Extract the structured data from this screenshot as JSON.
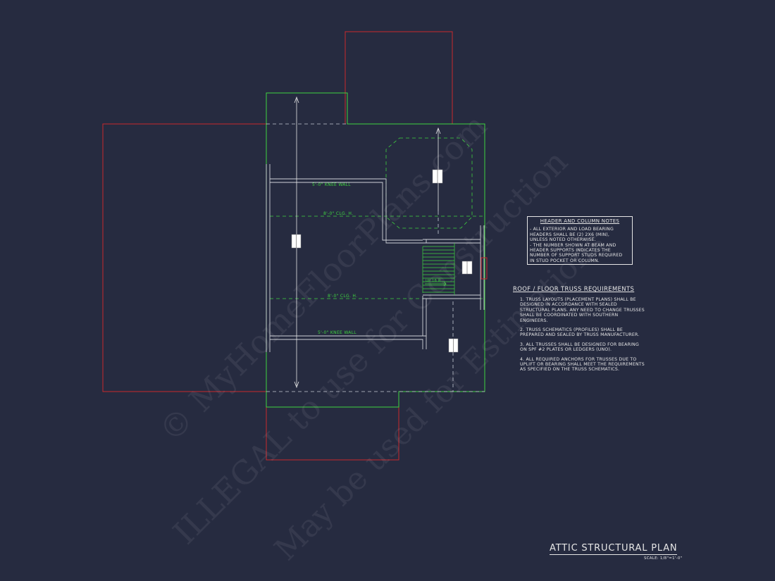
{
  "colors": {
    "background": "#262b40",
    "roof_outline": "#c8282d",
    "attic_outline": "#3fd33f",
    "walls": "#cfd2d8",
    "text": "#e6e6e6"
  },
  "plan_labels": {
    "knee_wall_top": "5'-0\" KNEE WALL",
    "clg_top": "8'-0\" CLG. H.",
    "stair_label": "UP 16 R",
    "clg_bottom": "8'-0\" CLG. H.",
    "knee_wall_bottom": "5'-0\" KNEE WALL"
  },
  "header_notes": {
    "title": "HEADER AND COLUMN NOTES",
    "lines": [
      "- ALL EXTERIOR AND LOAD BEARING",
      "HEADERS SHALL BE (2) 2x6 (MIN),",
      "UNLESS NOTED OTHERWISE.",
      "- THE NUMBER SHOWN AT BEAM AND",
      "HEADER SUPPORTS INDICATES THE",
      "NUMBER OF SUPPORT STUDS REQUIRED",
      "IN STUD POCKET OR COLUMN."
    ]
  },
  "truss_requirements": {
    "title": "ROOF / FLOOR  TRUSS REQUIREMENTS",
    "items": [
      "1. TRUSS LAYOUTS (PLACEMENT PLANS) SHALL BE DESIGNED IN ACCORDANCE WITH SEALED STRUCTURAL PLANS. ANY NEED TO CHANGE TRUSSES SHALL BE COORDINATED WITH SOUTHERN ENGINEERS.",
      "2. TRUSS SCHEMATICS (PROFILES) SHALL BE PREPARED AND SEALED BY TRUSS MANUFACTURER.",
      "3. ALL TRUSSES SHALL BE DESIGNED FOR BEARING ON SPF #2 PLATES OR LEDGERS (UNO).",
      "4. ALL REQUIRED ANCHORS FOR TRUSSES DUE TO UPLIFT OR BEARING SHALL MEET THE REQUIREMENTS AS SPECIFIED ON THE TRUSS SCHEMATICS."
    ]
  },
  "plan_title": "ATTIC STRUCTURAL PLAN",
  "scale": "SCALE: 1/8\"=1'-0\"",
  "watermark": {
    "line1": "© MyHomeFloorPlans.com",
    "line2": "ILLEGAL to use for Construction",
    "line3": "May be used for Estimations"
  }
}
